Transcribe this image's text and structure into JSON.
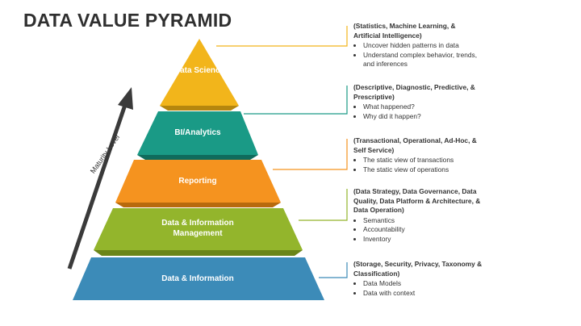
{
  "title": "DATA VALUE PYRAMID",
  "axis_label": "Maturity Level",
  "colors": {
    "data_science": "#f2b51b",
    "bi_analytics": "#1a9a86",
    "reporting": "#f5931f",
    "data_info_mgmt": "#93b52c",
    "data_info": "#3c8bb8"
  },
  "tiers": [
    {
      "label": "Data Science",
      "heading": "(Statistics, Machine Learning, & Artificial Intelligence)",
      "bullets": [
        "Uncover hidden patterns in data",
        "Understand complex behavior, trends, and inferences"
      ]
    },
    {
      "label": "BI/Analytics",
      "heading": "(Descriptive, Diagnostic, Predictive, & Prescriptive)",
      "bullets": [
        "What happened?",
        "Why did it happen?"
      ]
    },
    {
      "label": "Reporting",
      "heading": "(Transactional, Operational, Ad-Hoc, & Self Service)",
      "bullets": [
        "The static view of transactions",
        "The static view of operations"
      ]
    },
    {
      "label": "Data & Information Management",
      "heading": "(Data Strategy, Data Governance, Data Quality, Data Platform & Architecture, & Data Operation)",
      "bullets": [
        "Semantics",
        "Accountability",
        "Inventory"
      ]
    },
    {
      "label": "Data & Information",
      "heading": "(Storage, Security, Privacy, Taxonomy & Classification)",
      "bullets": [
        "Data Models",
        "Data with context"
      ]
    }
  ]
}
